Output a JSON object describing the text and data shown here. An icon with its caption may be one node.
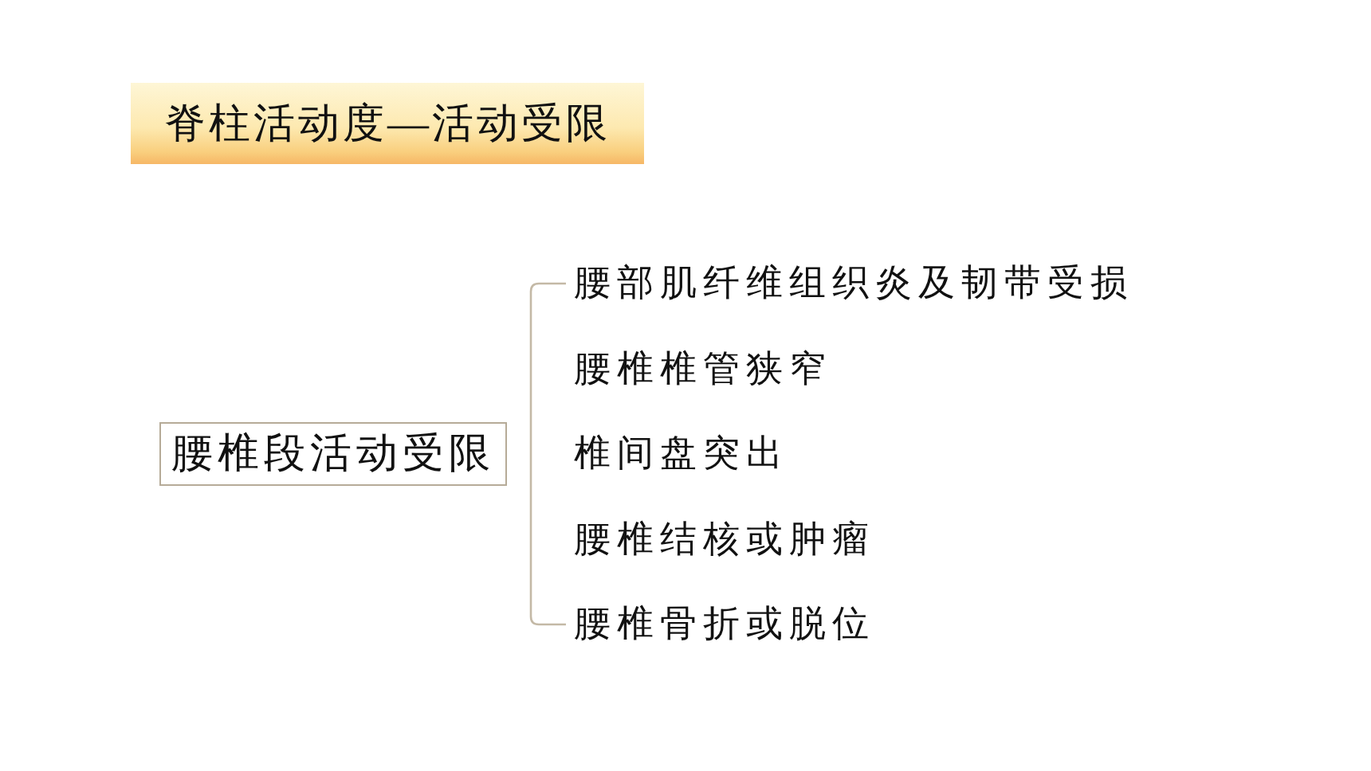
{
  "diagram": {
    "title": "脊柱活动度—活动受限",
    "nodes": [
      {
        "text": [
          "腰椎段活动受限"
        ]
      }
    ],
    "labels": [
      "腰部肌纤维组织炎及韧带受损",
      "腰椎椎管狭窄",
      "椎间盘突出",
      "腰椎结核或肿瘤",
      "腰椎骨折或脱位"
    ]
  }
}
